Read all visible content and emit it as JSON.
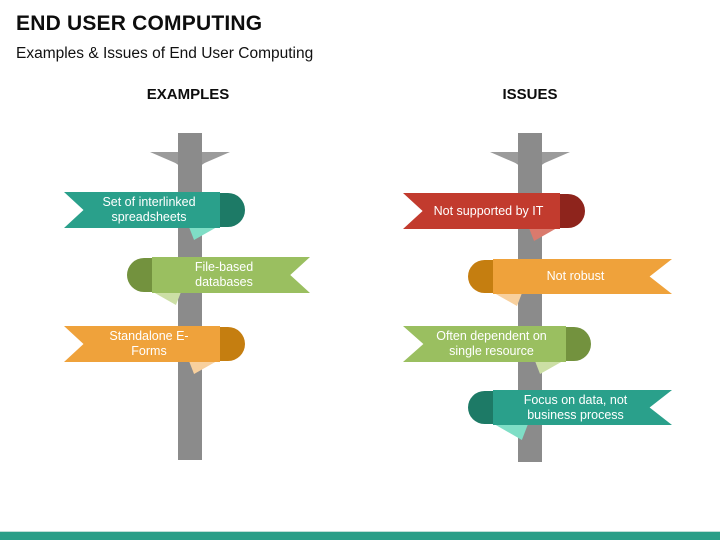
{
  "slide": {
    "title": "END USER COMPUTING",
    "subtitle": "Examples & Issues of End User Computing"
  },
  "colors": {
    "teal": "#2AA08B",
    "teal_dark": "#1D7A66",
    "teal_light": "#7FDEC6",
    "green": "#9ABF60",
    "green_dark": "#73923E",
    "green_light": "#CCDFA5",
    "orange": "#EFA23B",
    "orange_dark": "#C57E10",
    "orange_light": "#F8D09D",
    "red": "#C23B2E",
    "red_dark": "#8E241C",
    "red_light": "#DA7A6D",
    "pole_gray": "#8B8B8B",
    "footer_bar": "#2B9E88"
  },
  "columns": [
    {
      "header": "EXAMPLES",
      "banners": [
        {
          "label": "Set of interlinked spreadsheets",
          "direction": "left",
          "color": "teal"
        },
        {
          "label": "File-based databases",
          "direction": "right",
          "color": "green"
        },
        {
          "label": "Standalone E-Forms",
          "direction": "left",
          "color": "orange"
        }
      ]
    },
    {
      "header": "ISSUES",
      "banners": [
        {
          "label": "Not supported by IT",
          "direction": "left",
          "color": "red"
        },
        {
          "label": "Not robust",
          "direction": "right",
          "color": "orange"
        },
        {
          "label": "Often dependent on single resource",
          "direction": "left",
          "color": "green"
        },
        {
          "label": "Focus on data, not business process",
          "direction": "right",
          "color": "teal"
        }
      ]
    }
  ]
}
